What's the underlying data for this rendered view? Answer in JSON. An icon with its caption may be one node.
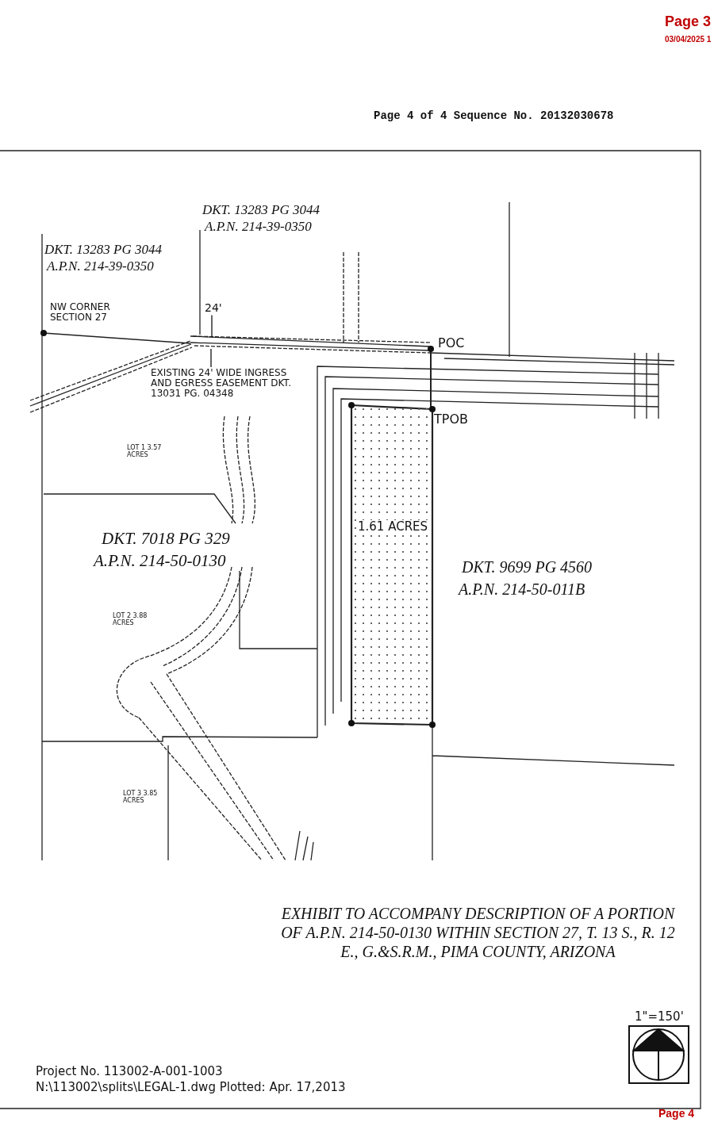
{
  "diagram": {
    "nodes": [
      {
        "text": [
          "1.61 ACRES"
        ]
      },
      {
        "text": [
          "24'"
        ]
      },
      {
        "text": [
          "EXISTING 24' WIDE INGRESS AND EGRESS EASEMENT DKT. 13031 PG. 04348"
        ]
      }
    ],
    "edges": [
      {
        "from": 1,
        "to": null,
        "arrow": "none"
      },
      {
        "from": 2,
        "to": null,
        "arrow": "none"
      }
    ],
    "labels": [
      "Page 3",
      "03/04/2025 1",
      "Page 4 of 4 Sequence No. 20132030678",
      "DKT. 13283 PG 3044",
      "A.P.N. 214-39-0350",
      "DKT. 13283 PG 3044",
      "A.P.N. 214-39-0350",
      "NW CORNER SECTION 27",
      "POC",
      "TPOB",
      "LOT 1 3.57 ACRES",
      "DKT. 7018 PG 329",
      "A.P.N. 214-50-0130",
      "DKT. 9699 PG 4560",
      "A.P.N. 214-50-011B",
      "LOT 2 3.88 ACRES",
      "LOT 3 3.85 ACRES",
      "EXHIBIT TO ACCOMPANY DESCRIPTION OF A PORTION OF A.P.N. 214-50-0130 WITHIN SECTION 27, T. 13 S., R. 12 E., G.&S.R.M., PIMA COUNTY, ARIZONA",
      "Project No. 113002-A-001-1003",
      "N:\\113002\\splits\\LEGAL-1.dwg Plotted: Apr. 17,2013",
      "1\"=150'",
      "Page 4"
    ]
  }
}
